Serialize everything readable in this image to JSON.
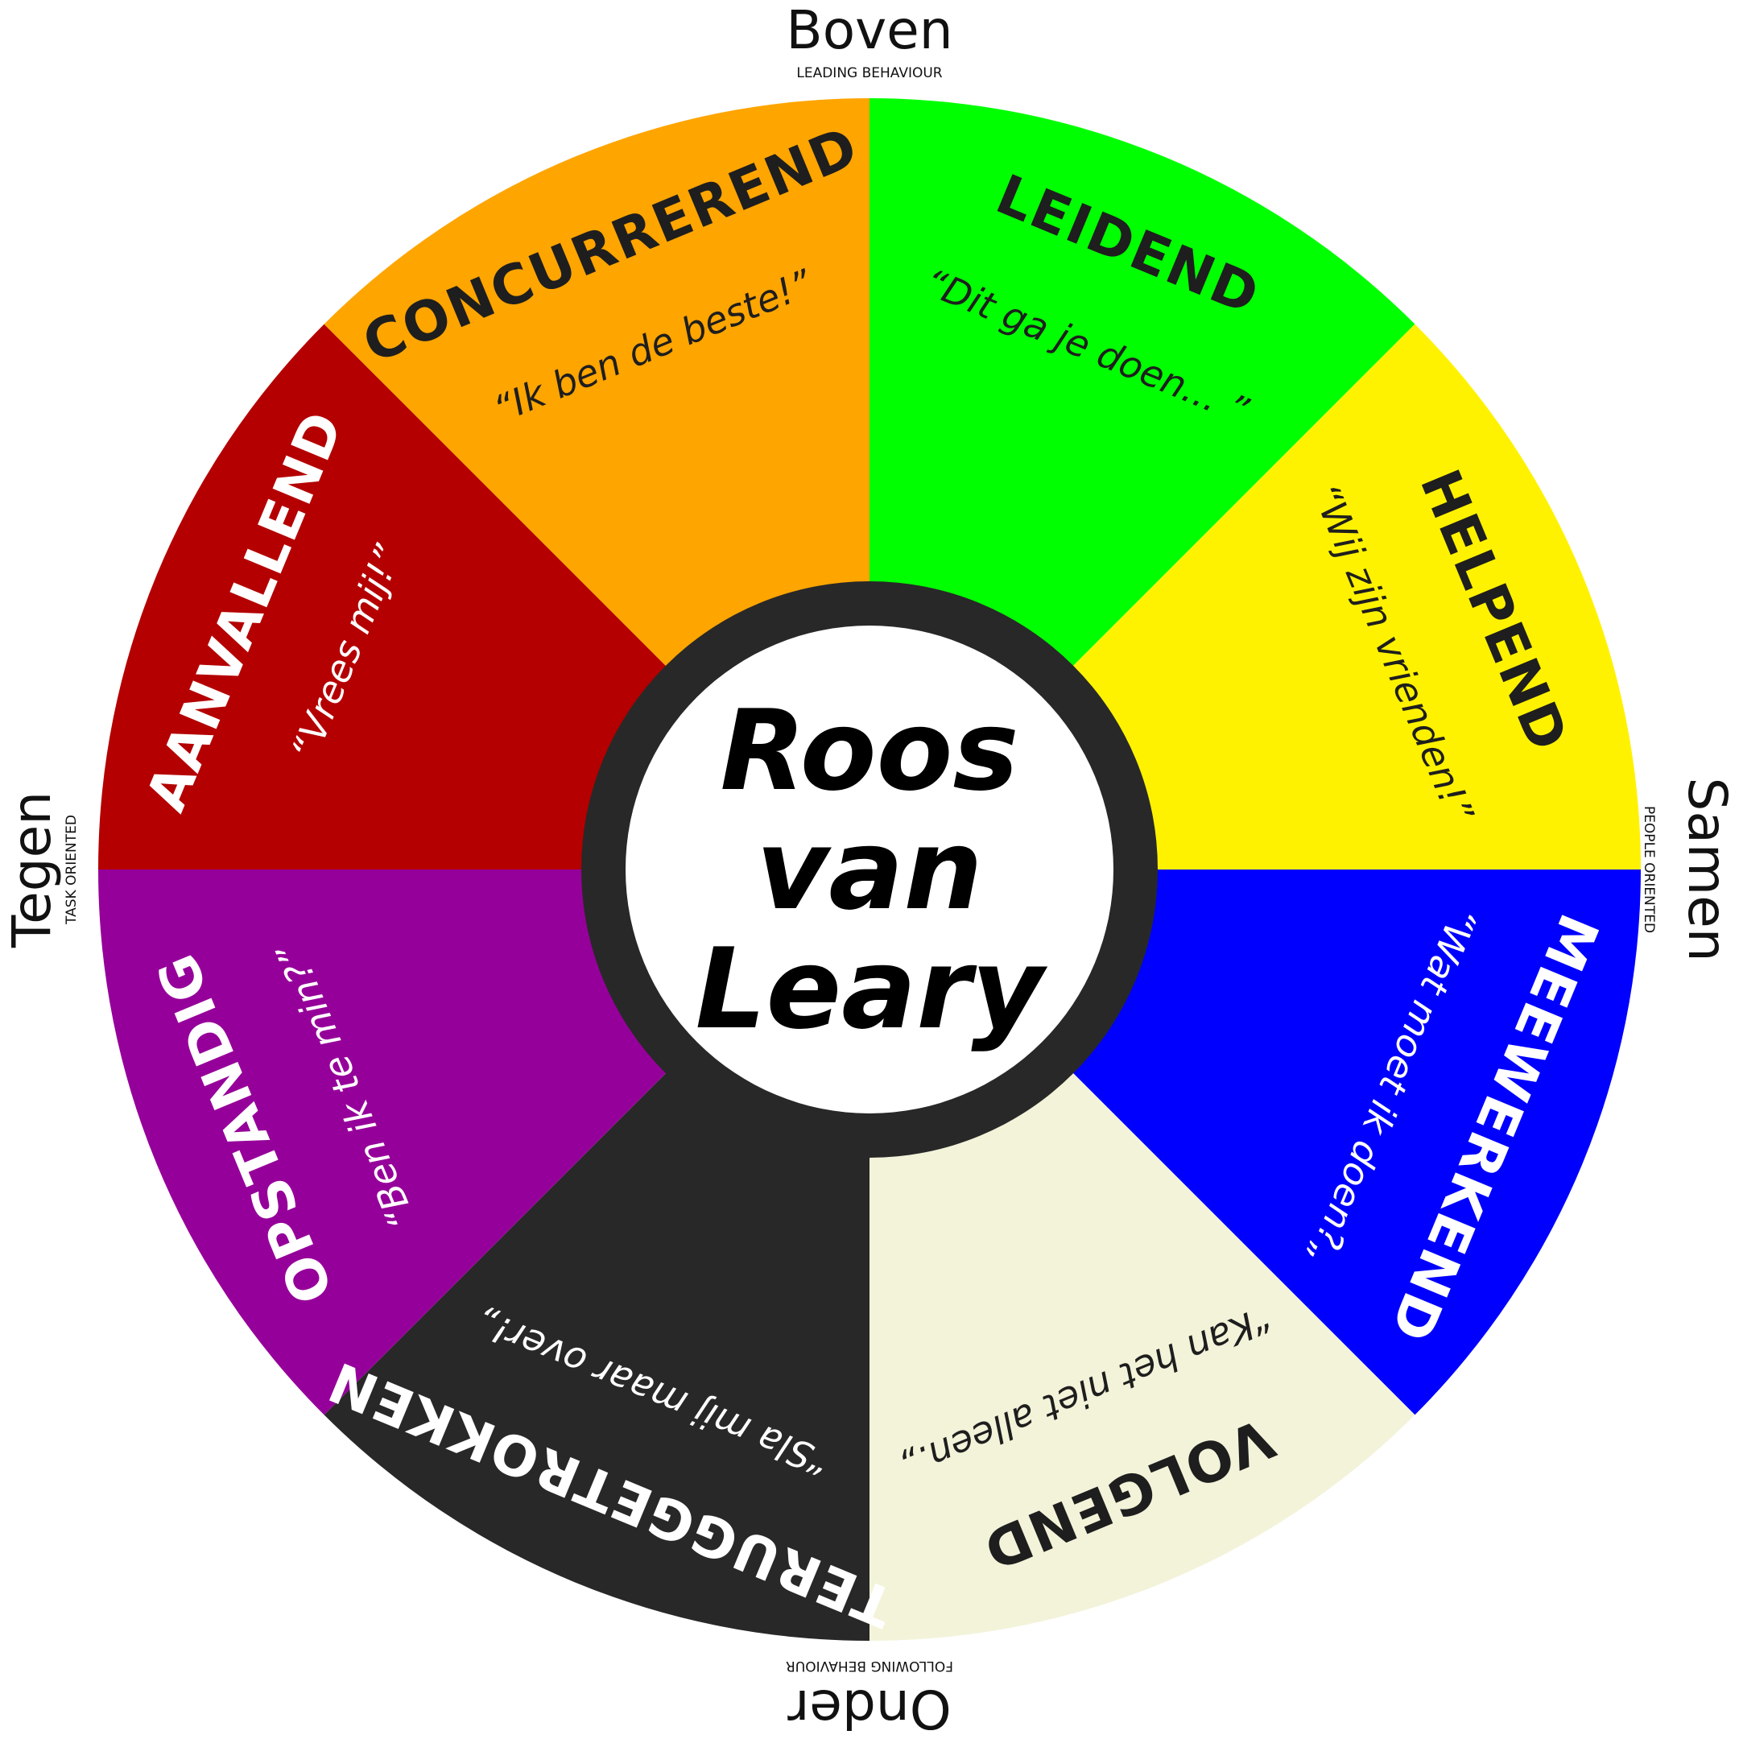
{
  "center": {
    "lines": [
      "Roos",
      "van",
      "Leary"
    ],
    "ring_color": "#282828",
    "fill_color": "#ffffff",
    "text_color": "#000000"
  },
  "axes": {
    "top": {
      "label": "Boven",
      "sub": "LEADING BEHAVIOUR"
    },
    "right": {
      "label": "Samen",
      "sub": "PEOPLE ORIENTED"
    },
    "bottom": {
      "label": "Onder",
      "sub": "FOLLOWING BEHAVIOUR"
    },
    "left": {
      "label": "Tegen",
      "sub": "TASK ORIENTED"
    }
  },
  "segments": [
    {
      "name": "leidend",
      "title": "LEIDEND",
      "quote": "“Dit ga je doen... ”",
      "color": "#00ff00",
      "text_color": "#1e1e1e"
    },
    {
      "name": "helpend",
      "title": "HELPEND",
      "quote": "“Wij zijn vrienden!”",
      "color": "#fff200",
      "text_color": "#1e1e1e"
    },
    {
      "name": "meewerkend",
      "title": "MEEWERKEND",
      "quote": "“Wat moet ik doen?„",
      "color": "#0000ff",
      "text_color": "#ffffff"
    },
    {
      "name": "volgend",
      "title": "VOLGEND",
      "quote": "“Kan het niet alleen.„",
      "color": "#f3f3da",
      "text_color": "#1e1e1e"
    },
    {
      "name": "teruggetrokken",
      "title": "TERUGGETROKKEN",
      "quote": "“Sla mij maar over!„",
      "color": "#282828",
      "text_color": "#ffffff"
    },
    {
      "name": "opstandig",
      "title": "OPSTANDIG",
      "quote": "“Ben ik te min?”",
      "color": "#96009a",
      "text_color": "#ffffff"
    },
    {
      "name": "aanvallend",
      "title": "AANVALLEND",
      "quote": "“Vrees mij!”",
      "color": "#b40000",
      "text_color": "#ffffff"
    },
    {
      "name": "concurrerend",
      "title": "CONCURRERENDEND",
      "quote": "“Ik ben de beste!”",
      "color": "#ffa500",
      "text_color": "#1e1e1e"
    }
  ]
}
